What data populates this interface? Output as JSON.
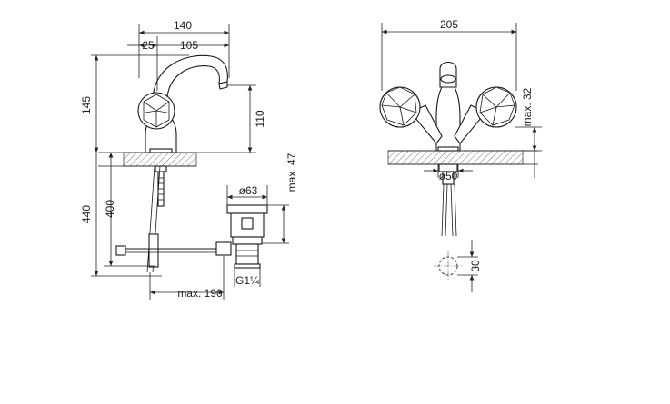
{
  "side_view": {
    "dim_total_width": "140",
    "dim_offset": "25",
    "dim_spout_reach": "105",
    "dim_height": "145",
    "dim_spout_height": "110",
    "dim_total_depth": "440",
    "dim_rod_depth": "400",
    "dim_rod_reach": "max. 190",
    "dim_waste_diameter": "ø63",
    "dim_waste_height": "max. 47",
    "dim_thread": "G1¼"
  },
  "front_view": {
    "dim_total_width": "205",
    "dim_max_height": "max. 32",
    "dim_hole_diameter": "ø50",
    "dim_hole_offset": "30"
  }
}
